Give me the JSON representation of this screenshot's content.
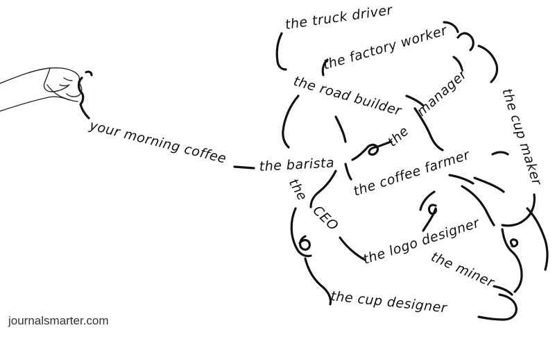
{
  "labels": {
    "coffee": "your morning coffee",
    "barista": "the barista",
    "truck_driver": "the truck driver",
    "factory_worker": "the factory worker",
    "road_builder": "the road builder",
    "manager_left": "the",
    "manager": "manager",
    "cup_maker": "the cup maker",
    "coffee_farmer": "the coffee farmer",
    "ceo_the": "the",
    "ceo": "CEO",
    "logo_designer": "the logo designer",
    "miner": "the miner",
    "cup_designer": "the cup designer"
  },
  "credit": "journalsmarter.com"
}
